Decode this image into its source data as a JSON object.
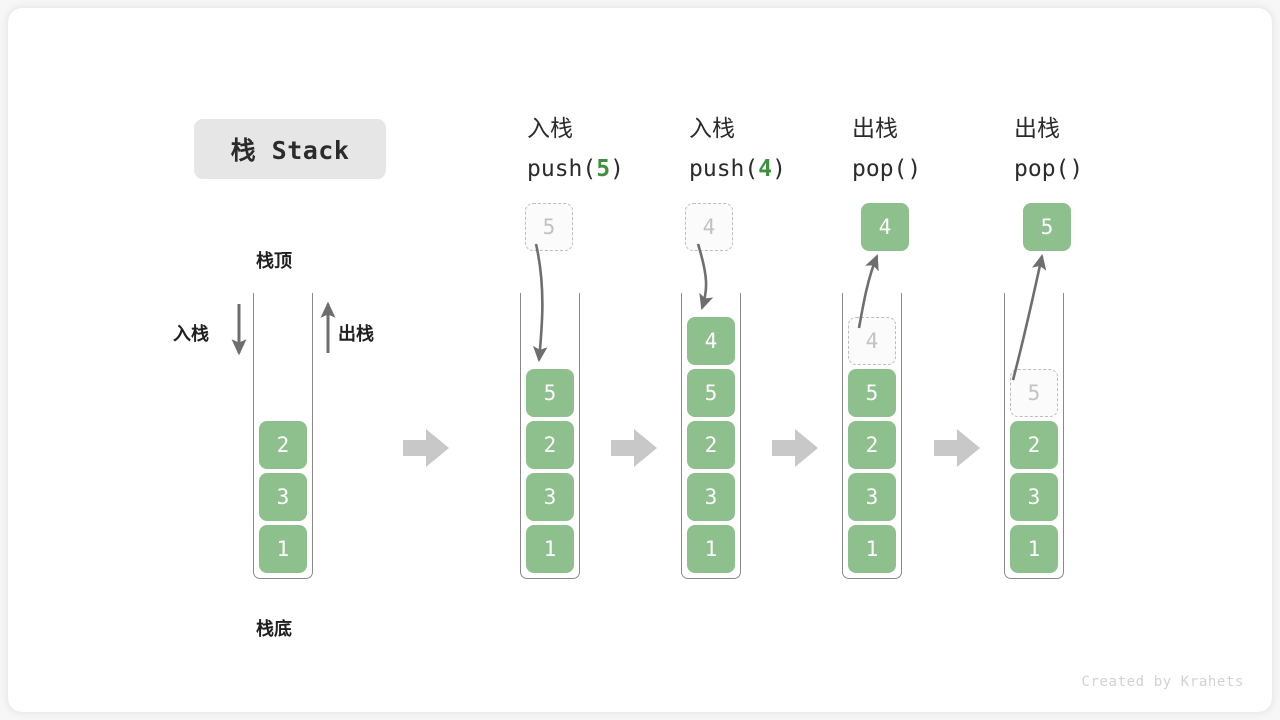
{
  "title": "栈 Stack",
  "watermark": "Created by Krahets",
  "colors": {
    "element": "#8dc08d",
    "ghost_border": "#bdbdbd",
    "ghost_text": "#c2c2c2",
    "tube_border": "#8a8a8a",
    "arrow": "#6e6e6e",
    "flow_arrow": "#c8c8c8",
    "accent_green": "#3f8f3f",
    "chip_bg": "#e6e6e6"
  },
  "annotations": {
    "top": "栈顶",
    "bottom": "栈底",
    "push": "入栈",
    "pop": "出栈"
  },
  "columns": [
    {
      "id": "initial",
      "head_line1": "",
      "head_line2": "",
      "head_arg": "",
      "cells_bottom_to_top": [
        {
          "value": "1",
          "state": "solid"
        },
        {
          "value": "3",
          "state": "solid"
        },
        {
          "value": "2",
          "state": "solid"
        }
      ],
      "float_box": null
    },
    {
      "id": "push5",
      "head_line1": "入栈",
      "head_line2_prefix": "push(",
      "head_arg": "5",
      "head_line2_suffix": ")",
      "cells_bottom_to_top": [
        {
          "value": "1",
          "state": "solid"
        },
        {
          "value": "3",
          "state": "solid"
        },
        {
          "value": "2",
          "state": "solid"
        },
        {
          "value": "5",
          "state": "solid"
        }
      ],
      "float_box": {
        "value": "5",
        "state": "ghost"
      },
      "arrow_dir": "down"
    },
    {
      "id": "push4",
      "head_line1": "入栈",
      "head_line2_prefix": "push(",
      "head_arg": "4",
      "head_line2_suffix": ")",
      "cells_bottom_to_top": [
        {
          "value": "1",
          "state": "solid"
        },
        {
          "value": "3",
          "state": "solid"
        },
        {
          "value": "2",
          "state": "solid"
        },
        {
          "value": "5",
          "state": "solid"
        },
        {
          "value": "4",
          "state": "solid"
        }
      ],
      "float_box": {
        "value": "4",
        "state": "ghost"
      },
      "arrow_dir": "down"
    },
    {
      "id": "pop4",
      "head_line1": "出栈",
      "head_line2_prefix": "pop(",
      "head_arg": "",
      "head_line2_suffix": ")",
      "cells_bottom_to_top": [
        {
          "value": "1",
          "state": "solid"
        },
        {
          "value": "3",
          "state": "solid"
        },
        {
          "value": "2",
          "state": "solid"
        },
        {
          "value": "5",
          "state": "solid"
        },
        {
          "value": "4",
          "state": "ghost"
        }
      ],
      "float_box": {
        "value": "4",
        "state": "solid"
      },
      "arrow_dir": "up"
    },
    {
      "id": "pop5",
      "head_line1": "出栈",
      "head_line2_prefix": "pop(",
      "head_arg": "",
      "head_line2_suffix": ")",
      "cells_bottom_to_top": [
        {
          "value": "1",
          "state": "solid"
        },
        {
          "value": "3",
          "state": "solid"
        },
        {
          "value": "2",
          "state": "solid"
        },
        {
          "value": "5",
          "state": "ghost"
        }
      ],
      "float_box": {
        "value": "5",
        "state": "solid"
      },
      "arrow_dir": "up"
    }
  ]
}
